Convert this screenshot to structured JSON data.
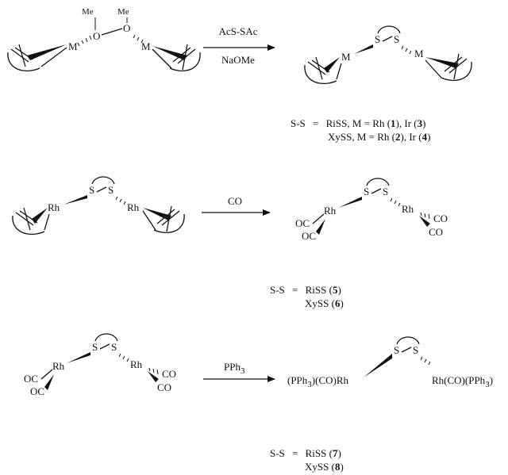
{
  "reaction1": {
    "reactant_atoms": {
      "me1": "Me",
      "me2": "Me",
      "o1": "O",
      "o2": "O",
      "m1": "M",
      "m2": "M"
    },
    "reagent_top": "AcS-SAc",
    "reagent_bottom": "NaOMe",
    "product_atoms": {
      "s1": "S",
      "s2": "S",
      "m1": "M",
      "m2": "M"
    },
    "legend": {
      "line1": {
        "lhs": "S-S",
        "eq": "=",
        "text1": "RiSS, M = Rh (",
        "num1": "1",
        "text2": "), Ir (",
        "num2": "3",
        "text3": ")"
      },
      "line2": {
        "text1": "XySS, M = Rh (",
        "num1": "2",
        "text2": "), Ir (",
        "num2": "4",
        "text3": ")"
      }
    }
  },
  "reaction2": {
    "reactant_atoms": {
      "rh1": "Rh",
      "rh2": "Rh",
      "s1": "S",
      "s2": "S"
    },
    "reagent_top": "CO",
    "product_atoms": {
      "rh1": "Rh",
      "rh2": "Rh",
      "s1": "S",
      "s2": "S",
      "oc1": "OC",
      "oc2": "OC",
      "co1": "CO",
      "co2": "CO"
    },
    "legend": {
      "line1": {
        "lhs": "S-S",
        "eq": "=",
        "text1": "RiSS  (",
        "num1": "5",
        "text2": ")"
      },
      "line2": {
        "text1": "XySS  (",
        "num1": "6",
        "text2": ")"
      }
    }
  },
  "reaction3": {
    "reactant_atoms": {
      "rh1": "Rh",
      "rh2": "Rh",
      "s1": "S",
      "s2": "S",
      "oc1": "OC",
      "oc2": "OC",
      "co1": "CO",
      "co2": "CO"
    },
    "reagent_top_main": "PPh",
    "reagent_top_sub": "3",
    "product_atoms": {
      "left": "(PPh3)(CO)Rh",
      "right": "Rh(CO)(PPh3)",
      "s1": "S",
      "s2": "S"
    },
    "product_left_parts": {
      "a": "(PPh",
      "sub": "3",
      "b": ")(CO)Rh"
    },
    "product_right_parts": {
      "a": "Rh(CO)(PPh",
      "sub": "3",
      "b": ")"
    },
    "legend": {
      "line1": {
        "lhs": "S-S",
        "eq": "=",
        "text1": "RiSS  (",
        "num1": "7",
        "text2": ")"
      },
      "line2": {
        "text1": "XySS  (",
        "num1": "8",
        "text2": ")"
      }
    }
  }
}
